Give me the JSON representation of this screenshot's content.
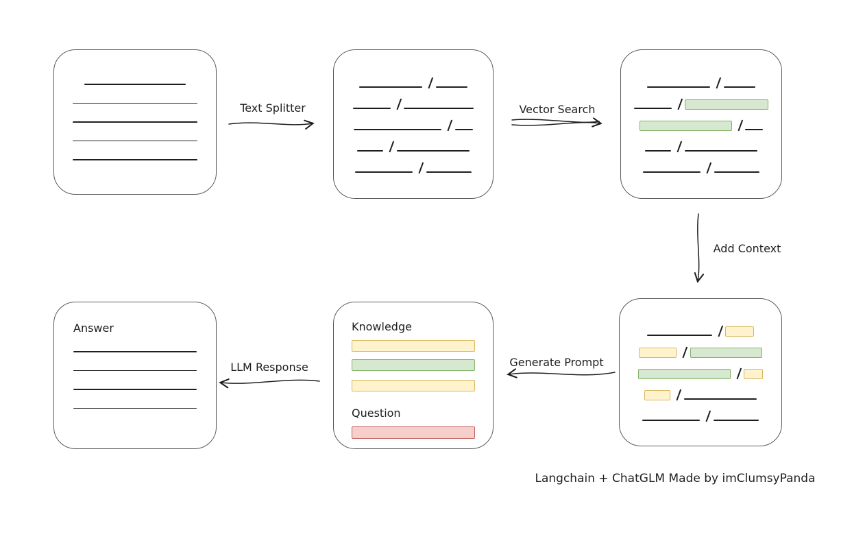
{
  "colors": {
    "stroke": "#1e1e1e",
    "box_border": "#5a5a5a",
    "green_fill": "#d6e8d0",
    "green_border": "#82b366",
    "yellow_fill": "#fff3cd",
    "yellow_border": "#d9b65e",
    "red_fill": "#f6cfcb",
    "red_border": "#c0605c"
  },
  "labels": {
    "text_splitter": "Text Splitter",
    "vector_search": "Vector Search",
    "add_context": "Add Context",
    "generate_prompt": "Generate Prompt",
    "llm_response": "LLM Response"
  },
  "prompt_box": {
    "knowledge": "Knowledge",
    "question": "Question"
  },
  "answer_box": {
    "title": "Answer"
  },
  "caption": "Langchain + ChatGLM Made by imClumsyPanda",
  "chunk_boxes": {
    "split": {
      "rows": [
        [
          {
            "k": "line",
            "w": 92
          },
          {
            "k": "slash"
          },
          {
            "k": "line",
            "w": 46
          }
        ],
        [
          {
            "k": "line",
            "w": 55
          },
          {
            "k": "slash"
          },
          {
            "k": "line",
            "w": 102
          }
        ],
        [
          {
            "k": "line",
            "w": 128
          },
          {
            "k": "slash"
          },
          {
            "k": "line",
            "w": 26
          }
        ],
        [
          {
            "k": "line",
            "w": 38
          },
          {
            "k": "slash"
          },
          {
            "k": "line",
            "w": 106
          }
        ],
        [
          {
            "k": "line",
            "w": 84
          },
          {
            "k": "slash"
          },
          {
            "k": "line",
            "w": 66
          }
        ]
      ]
    },
    "matched": {
      "rows": [
        [
          {
            "k": "line",
            "w": 92
          },
          {
            "k": "slash"
          },
          {
            "k": "line",
            "w": 46
          }
        ],
        [
          {
            "k": "line",
            "w": 55
          },
          {
            "k": "slash"
          },
          {
            "k": "green",
            "w": 122
          }
        ],
        [
          {
            "k": "green",
            "w": 135
          },
          {
            "k": "slash"
          },
          {
            "k": "line",
            "w": 26
          }
        ],
        [
          {
            "k": "line",
            "w": 38
          },
          {
            "k": "slash"
          },
          {
            "k": "line",
            "w": 106
          }
        ],
        [
          {
            "k": "line",
            "w": 84
          },
          {
            "k": "slash"
          },
          {
            "k": "line",
            "w": 66
          }
        ]
      ]
    },
    "context": {
      "rows": [
        [
          {
            "k": "line",
            "w": 95
          },
          {
            "k": "slash"
          },
          {
            "k": "yellow",
            "w": 42
          }
        ],
        [
          {
            "k": "yellow",
            "w": 55
          },
          {
            "k": "slash"
          },
          {
            "k": "green",
            "w": 105
          }
        ],
        [
          {
            "k": "green",
            "w": 135
          },
          {
            "k": "slash"
          },
          {
            "k": "yellow",
            "w": 28
          }
        ],
        [
          {
            "k": "yellow",
            "w": 38
          },
          {
            "k": "slash"
          },
          {
            "k": "line",
            "w": 106
          }
        ],
        [
          {
            "k": "line",
            "w": 84
          },
          {
            "k": "slash"
          },
          {
            "k": "line",
            "w": 66
          }
        ]
      ]
    }
  }
}
